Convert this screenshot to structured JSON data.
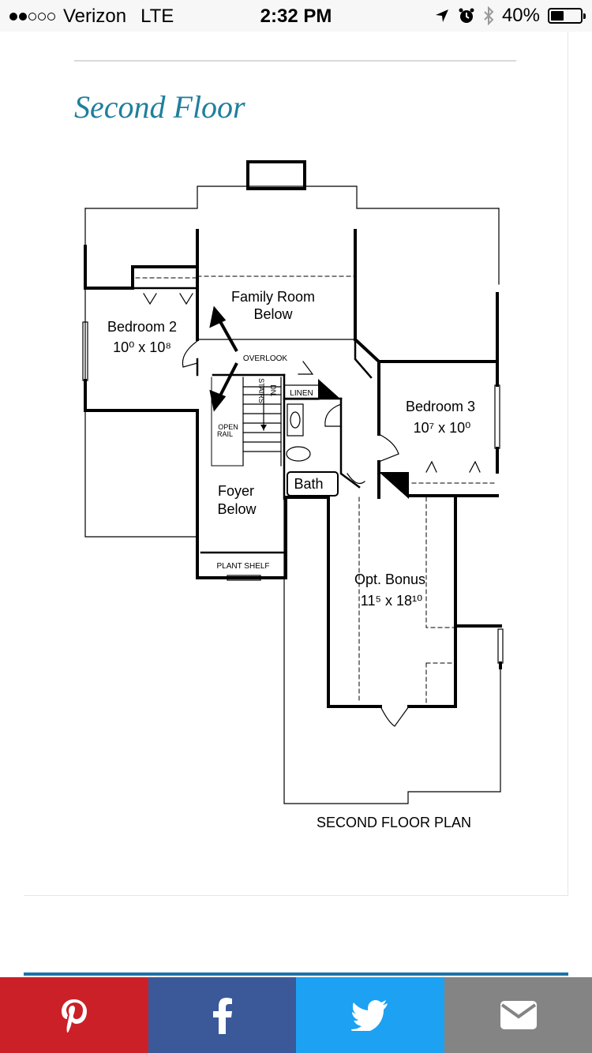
{
  "status_bar": {
    "carrier": "Verizon",
    "network": "LTE",
    "time": "2:32 PM",
    "battery": "40%",
    "battery_level": 0.4,
    "signal_bars": 2,
    "signal_total": 5
  },
  "section": {
    "title": "Second Floor"
  },
  "floor_plan": {
    "bedroom2_name": "Bedroom 2",
    "bedroom2_dims": "10⁰ x 10⁸",
    "family_room_line1": "Family Room",
    "family_room_line2": "Below",
    "overlook": "OVERLOOK",
    "stairs": "STAIRS",
    "dn": "DN.",
    "linen": "LINEN",
    "open_rail_line1": "OPEN",
    "open_rail_line2": "RAIL",
    "bedroom3_name": "Bedroom 3",
    "bedroom3_dims": "10⁷ x 10⁰",
    "bath": "Bath",
    "foyer_line1": "Foyer",
    "foyer_line2": "Below",
    "plant_shelf": "PLANT SHELF",
    "bonus_name": "Opt. Bonus",
    "bonus_dims": "11⁵ x 18¹⁰",
    "plan_caption": "SECOND FLOOR PLAN"
  },
  "share_bar": {
    "buttons": [
      {
        "name": "pinterest",
        "icon": "pinterest-icon",
        "color": "#cb2027"
      },
      {
        "name": "facebook",
        "icon": "facebook-icon",
        "color": "#3b5998"
      },
      {
        "name": "twitter",
        "icon": "twitter-icon",
        "color": "#1da1f2"
      },
      {
        "name": "email",
        "icon": "email-icon",
        "color": "#848484"
      }
    ]
  },
  "colors": {
    "title": "#1f7f9c",
    "divider": "#d9d9d9",
    "accent_line": "#1a73a8"
  }
}
